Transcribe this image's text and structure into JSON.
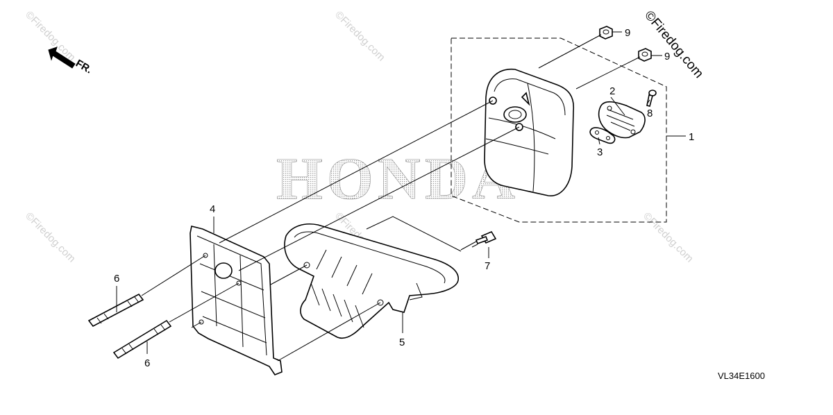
{
  "watermark_text": "©Firedog.com",
  "brand_watermark": "HONDA",
  "copyright_text": "©Firedog.com",
  "direction_label": "FR.",
  "diagram_code": "VL34E1600",
  "callouts": {
    "c1": "1",
    "c2": "2",
    "c3": "3",
    "c4": "4",
    "c5": "5",
    "c6a": "6",
    "c6b": "6",
    "c7": "7",
    "c8": "8",
    "c9a": "9",
    "c9b": "9"
  }
}
